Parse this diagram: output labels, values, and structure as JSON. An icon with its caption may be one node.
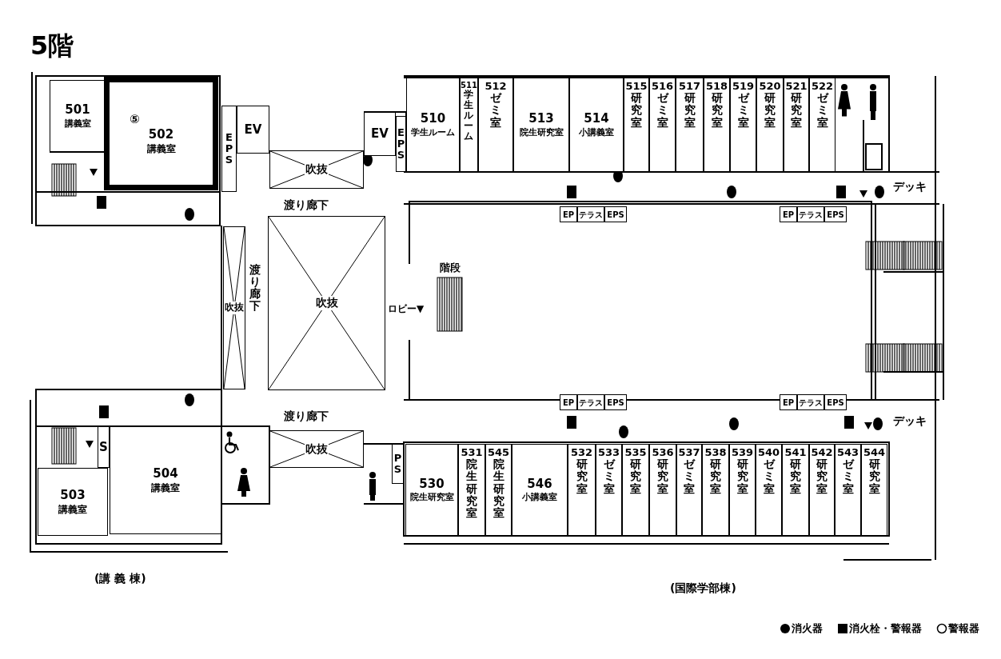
{
  "diagram": {
    "title": "5階",
    "nodes": [
      {
        "text": [
          "501",
          "講義室"
        ]
      },
      {
        "text": [
          "⑤",
          "502",
          "講義室"
        ]
      },
      {
        "text": [
          "EPS"
        ]
      },
      {
        "text": [
          "EV"
        ]
      },
      {
        "text": [
          "吹抜"
        ]
      },
      {
        "text": [
          "EV"
        ]
      },
      {
        "text": [
          "EPS"
        ]
      },
      {
        "text": [
          "510",
          "学生ルーム"
        ]
      },
      {
        "text": [
          "511",
          "学生ルーム"
        ]
      },
      {
        "text": [
          "512",
          "ゼミ室"
        ]
      },
      {
        "text": [
          "513",
          "院生研究室"
        ]
      },
      {
        "text": [
          "514",
          "小講義室"
        ]
      },
      {
        "text": [
          "515",
          "研究室"
        ]
      },
      {
        "text": [
          "516",
          "ゼミ室"
        ]
      },
      {
        "text": [
          "517",
          "研究室"
        ]
      },
      {
        "text": [
          "518",
          "研究室"
        ]
      },
      {
        "text": [
          "519",
          "ゼミ室"
        ]
      },
      {
        "text": [
          "520",
          "研究室"
        ]
      },
      {
        "text": [
          "521",
          "研究室"
        ]
      },
      {
        "text": [
          "522",
          "ゼミ室"
        ]
      },
      {
        "text": [
          "EP"
        ]
      },
      {
        "text": [
          "テラス"
        ]
      },
      {
        "text": [
          "EPS"
        ]
      },
      {
        "text": [
          "EP"
        ]
      },
      {
        "text": [
          "テラス"
        ]
      },
      {
        "text": [
          "EPS"
        ]
      },
      {
        "text": [
          "吹抜"
        ]
      },
      {
        "text": [
          "吹抜"
        ]
      },
      {
        "text": [
          "階段"
        ]
      },
      {
        "text": [
          "EP"
        ]
      },
      {
        "text": [
          "テラス"
        ]
      },
      {
        "text": [
          "EPS"
        ]
      },
      {
        "text": [
          "EP"
        ]
      },
      {
        "text": [
          "テラス"
        ]
      },
      {
        "text": [
          "EPS"
        ]
      },
      {
        "text": [
          "S"
        ]
      },
      {
        "text": [
          "吹抜"
        ]
      },
      {
        "text": [
          "PS"
        ]
      },
      {
        "text": [
          "504",
          "講義室"
        ]
      },
      {
        "text": [
          "530",
          "院生研究室"
        ]
      },
      {
        "text": [
          "531",
          "院生研究室"
        ]
      },
      {
        "text": [
          "545",
          "院生研究室"
        ]
      },
      {
        "text": [
          "546",
          "小講義室"
        ]
      },
      {
        "text": [
          "532",
          "研究室"
        ]
      },
      {
        "text": [
          "533",
          "ゼミ室"
        ]
      },
      {
        "text": [
          "535",
          "研究室"
        ]
      },
      {
        "text": [
          "536",
          "研究室"
        ]
      },
      {
        "text": [
          "537",
          "ゼミ室"
        ]
      },
      {
        "text": [
          "538",
          "研究室"
        ]
      },
      {
        "text": [
          "539",
          "研究室"
        ]
      },
      {
        "text": [
          "540",
          "ゼミ室"
        ]
      },
      {
        "text": [
          "541",
          "研究室"
        ]
      },
      {
        "text": [
          "542",
          "研究室"
        ]
      },
      {
        "text": [
          "543",
          "ゼミ室"
        ]
      },
      {
        "text": [
          "544",
          "研究室"
        ]
      },
      {
        "text": [
          "503",
          "講義室"
        ]
      }
    ],
    "labels": [
      "デッキ",
      "渡り廊下",
      "渡り廊下",
      "ロビー▼",
      "渡り廊下",
      "デッキ",
      "(講 義 棟)",
      "(国際学部棟)"
    ],
    "legend": [
      {
        "text": "消火器"
      },
      {
        "text": "消火栓・警報器"
      },
      {
        "text": "警報器"
      }
    ]
  }
}
